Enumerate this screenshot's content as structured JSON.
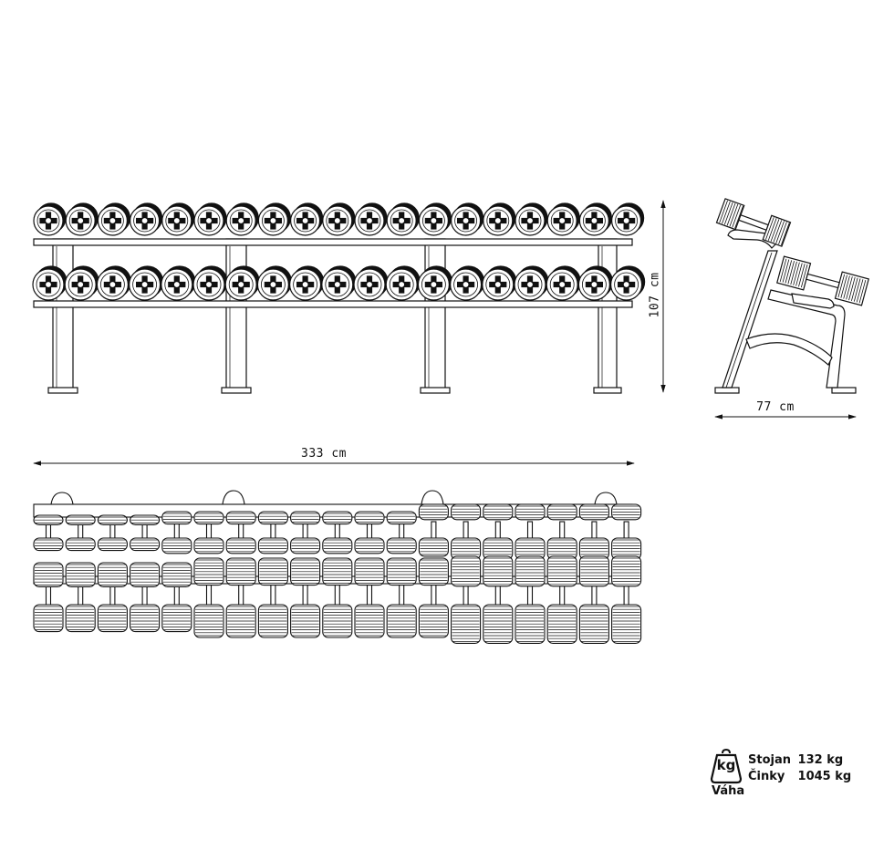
{
  "dimensions": {
    "height": "107 cm",
    "depth": "77 cm",
    "length": "333 cm"
  },
  "weights": {
    "icon_text": "kg",
    "caption": "Váha",
    "rows": [
      {
        "label": "Stojan",
        "value": "132 kg"
      },
      {
        "label": "Činky",
        "value": "1045 kg"
      }
    ]
  }
}
